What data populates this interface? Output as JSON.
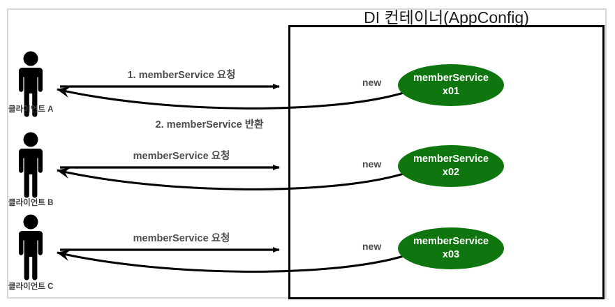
{
  "diagram": {
    "type": "sequence-like-diagram",
    "background_color": "#ffffff",
    "outer_frame_color": "#d8d8d8"
  },
  "container": {
    "title": "DI 컨테이너(AppConfig)",
    "border_color": "#000000"
  },
  "colors": {
    "bean_fill": "#0f760f",
    "bean_text": "#ffffff",
    "label_text": "#4d4d4d",
    "arrow": "#000000",
    "person": "#000000"
  },
  "clients": [
    {
      "label": "클라이언트 A",
      "icon": "person-icon",
      "request_label": "1. memberService 요청",
      "return_label": "2. memberService 반환",
      "new_label": "new"
    },
    {
      "label": "클라이언트 B",
      "icon": "person-icon",
      "request_label": "memberService 요청",
      "return_label": "",
      "new_label": "new"
    },
    {
      "label": "클라이언트 C",
      "icon": "person-icon",
      "request_label": "memberService 요청",
      "return_label": "",
      "new_label": "new"
    }
  ],
  "beans": [
    {
      "line1": "memberService",
      "line2": "x01"
    },
    {
      "line1": "memberService",
      "line2": "x02"
    },
    {
      "line1": "memberService",
      "line2": "x03"
    }
  ]
}
